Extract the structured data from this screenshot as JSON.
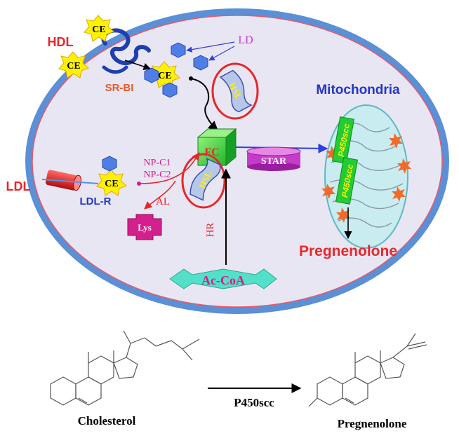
{
  "cell": {
    "hdl": "HDL",
    "sr_bi": "SR-BI",
    "ce": "CE",
    "ld": "LD",
    "hsl": "HSL",
    "fc": "FC",
    "star": "STAR",
    "mitochondria": "Mitochondria",
    "p450scc": "P450scc",
    "pregnenolone": "Pregnenolone",
    "ldl": "LDL",
    "ldl_r": "LDL-R",
    "np_c1": "NP-C1",
    "np_c2": "NP-C2",
    "al": "AL",
    "lys": "Lys",
    "hr": "HR",
    "ac_coa": "Ac-CoA"
  },
  "reaction": {
    "substrate": "Cholesterol",
    "enzyme": "P450scc",
    "product": "Pregnenolone"
  },
  "colors": {
    "cell_fill": "#e9e6f3",
    "cell_border": "#5b8fd6",
    "cell_inner_line": "#e85a6a",
    "red_label": "#e8262a",
    "blue_label": "#2235c9",
    "magenta": "#d81b8a",
    "ce_fill": "#fff200",
    "green_box": "#22cc33",
    "star_fill": "#b21ec2",
    "ac_coa_fill": "#52e0c8"
  }
}
